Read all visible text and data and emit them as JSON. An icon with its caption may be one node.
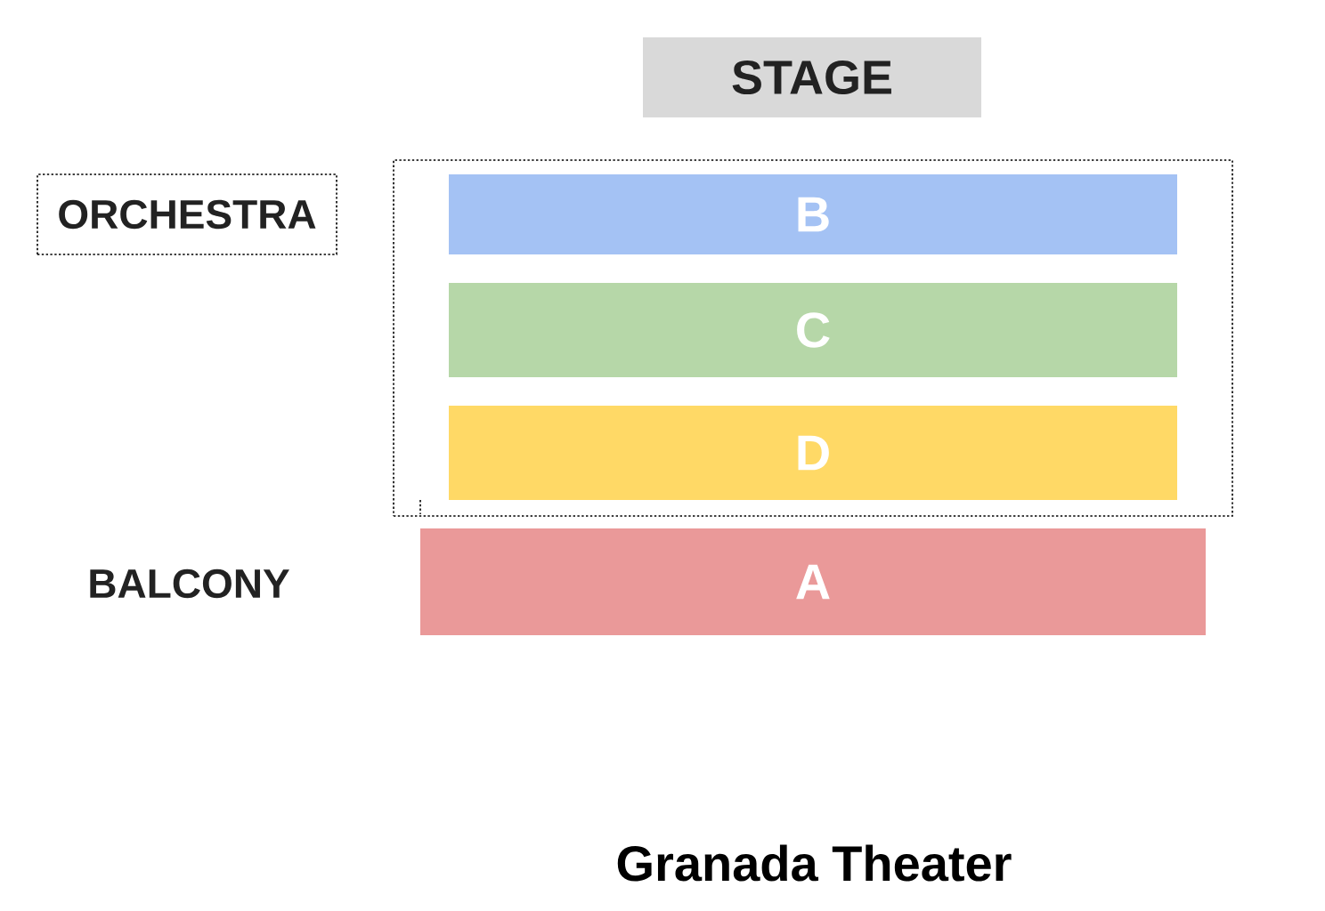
{
  "diagram": {
    "title": "Granada Theater",
    "nodes": [
      {
        "text": [
          "STAGE"
        ]
      },
      {
        "text": [
          "ORCHESTRA"
        ]
      },
      {
        "text": [],
        "shape": "box"
      },
      {
        "text": [
          "B"
        ],
        "in": 2
      },
      {
        "text": [
          "C"
        ],
        "in": 2
      },
      {
        "text": [
          "D"
        ],
        "in": 2
      },
      {
        "text": [
          "A"
        ]
      }
    ],
    "labels": [
      "BALCONY"
    ]
  }
}
